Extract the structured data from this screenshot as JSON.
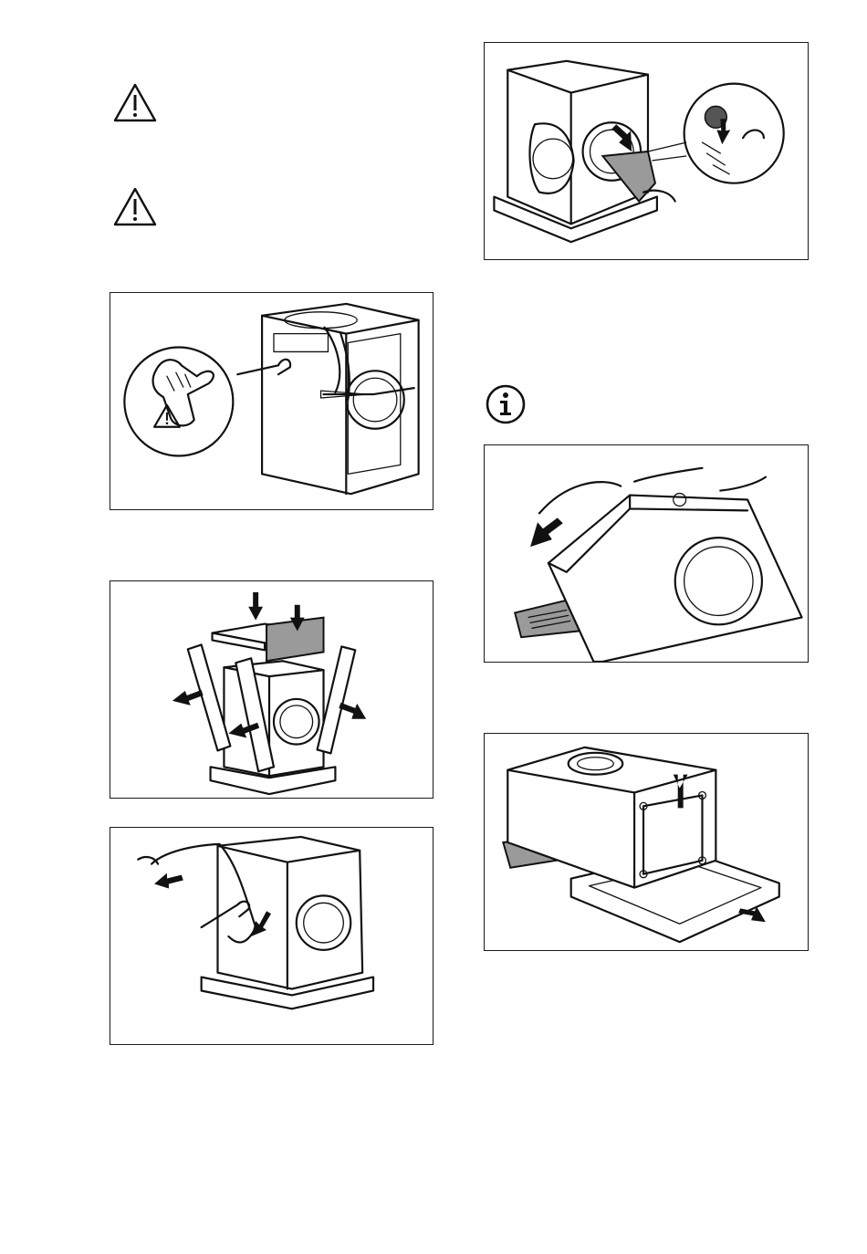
{
  "icons": {
    "warning_1": "warning-triangle-icon",
    "warning_2": "warning-triangle-icon",
    "info": "info-circle-icon"
  },
  "figures": [
    "remove-cover-with-gloves",
    "remove-packaging-parts",
    "remove-plastic-bag",
    "accessory-bag-in-drum",
    "tilt-machine-back",
    "remove-base-tray"
  ],
  "colors": {
    "line": "#111111",
    "shading": "#9a9a9a"
  }
}
